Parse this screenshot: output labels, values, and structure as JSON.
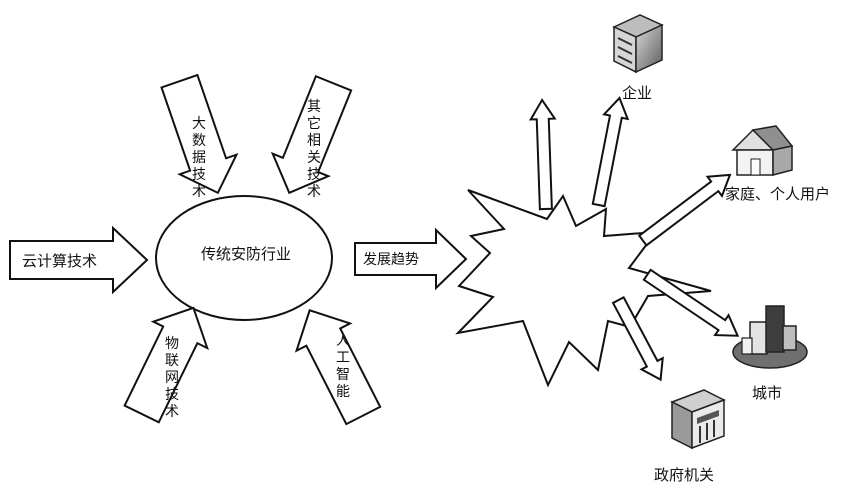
{
  "center": {
    "label": "传统安防行业"
  },
  "inputs": {
    "cloud": "云计算技术",
    "bigdata": "大数据技术",
    "related": "其它相关技术",
    "iot": "物联网技术",
    "ai": "人工智能"
  },
  "trend": {
    "label": "发展趋势"
  },
  "targets": {
    "enterprise": "企业",
    "home": "家庭、个人用户",
    "city": "城市",
    "government": "政府机关"
  }
}
